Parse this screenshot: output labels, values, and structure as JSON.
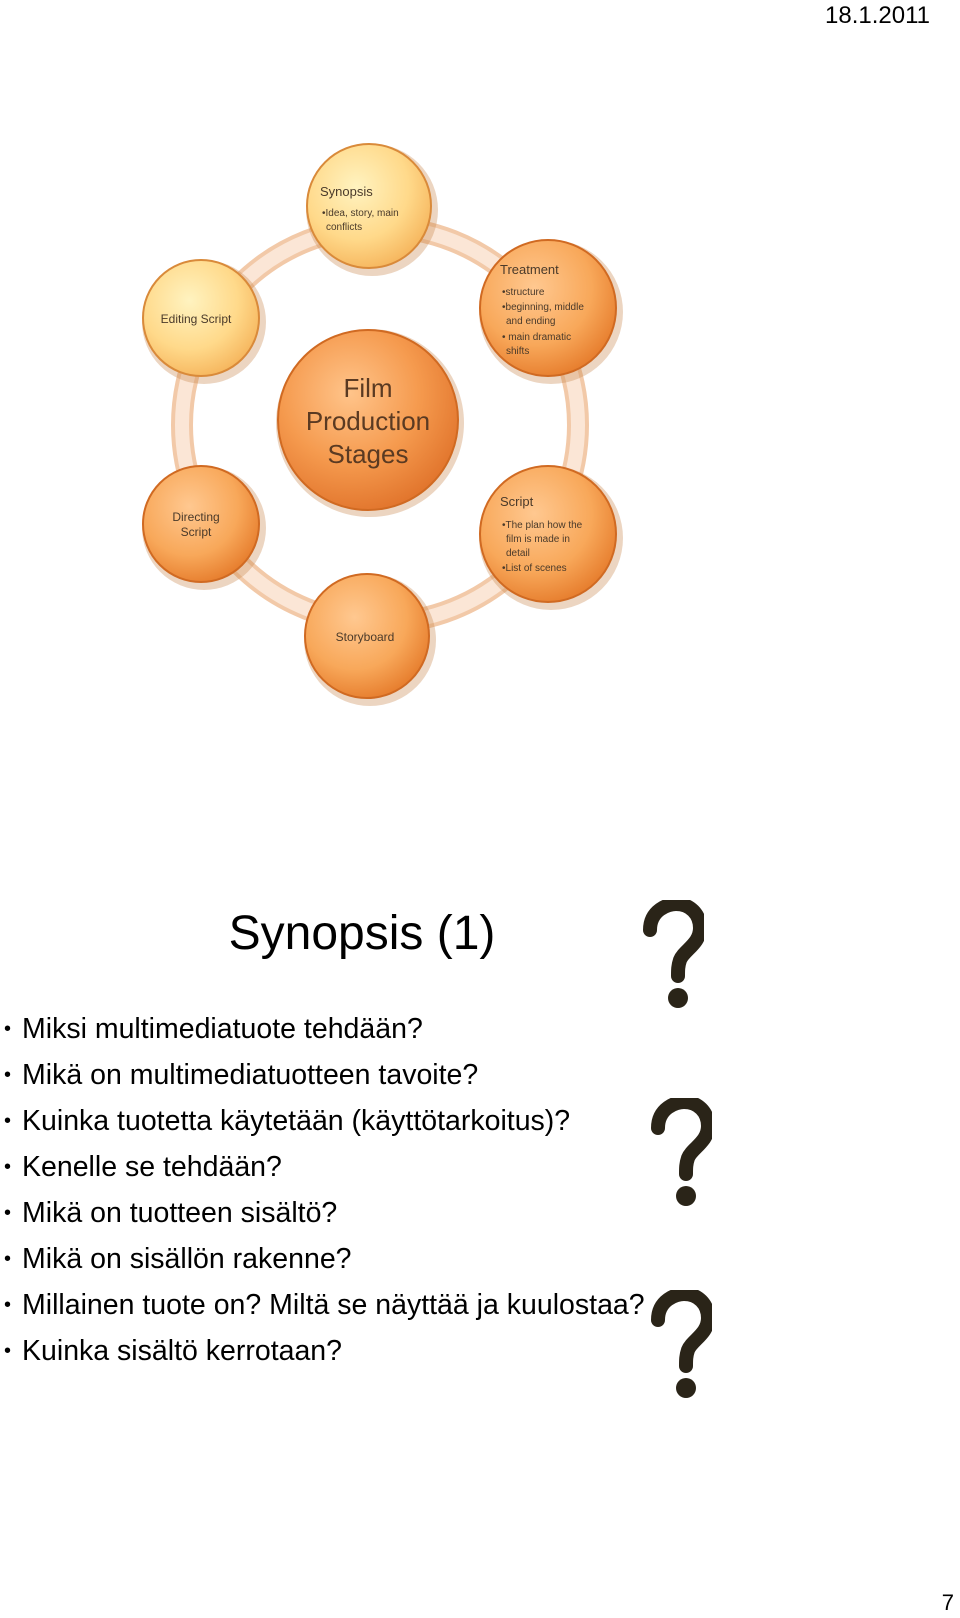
{
  "header": {
    "date": "18.1.2011"
  },
  "diagram": {
    "center": {
      "lines": [
        "Film",
        "Production",
        "Stages"
      ]
    },
    "stages": [
      {
        "title": "Synopsis",
        "items": [
          "•Idea, story, main",
          "conflicts"
        ]
      },
      {
        "title": "Treatment",
        "items": [
          "•structure",
          "•beginning, middle",
          "and ending",
          "• main dramatic",
          "shifts"
        ]
      },
      {
        "title": "Script",
        "items": [
          "•The plan how the",
          "film is made in",
          "detail",
          "•List of scenes"
        ]
      },
      {
        "title": "Storyboard",
        "items": []
      },
      {
        "title": "Directing Script",
        "items": []
      },
      {
        "title": "Editing Script",
        "items": []
      }
    ]
  },
  "slide": {
    "title": "Synopsis (1)",
    "bullets": [
      "Miksi multimediatuote tehdään?",
      "Mikä on multimediatuotteen tavoite?",
      "Kuinka tuotetta käytetään (käyttötarkoitus)?",
      "Kenelle se tehdään?",
      "Mikä on tuotteen sisältö?",
      "Mikä on sisällön rakenne?",
      "Millainen tuote on? Miltä se näyttää ja kuulostaa?",
      "Kuinka sisältö kerrotaan?"
    ],
    "bullet_char": "•",
    "question_mark": "?"
  },
  "footer": {
    "page_number": "7"
  },
  "colors": {
    "circle_light": "#ffd98a",
    "circle_mid": "#f8a85a",
    "circle_dark": "#e57a2a",
    "ring": "#f7d6bd",
    "circle_border": "#c56a2a"
  }
}
